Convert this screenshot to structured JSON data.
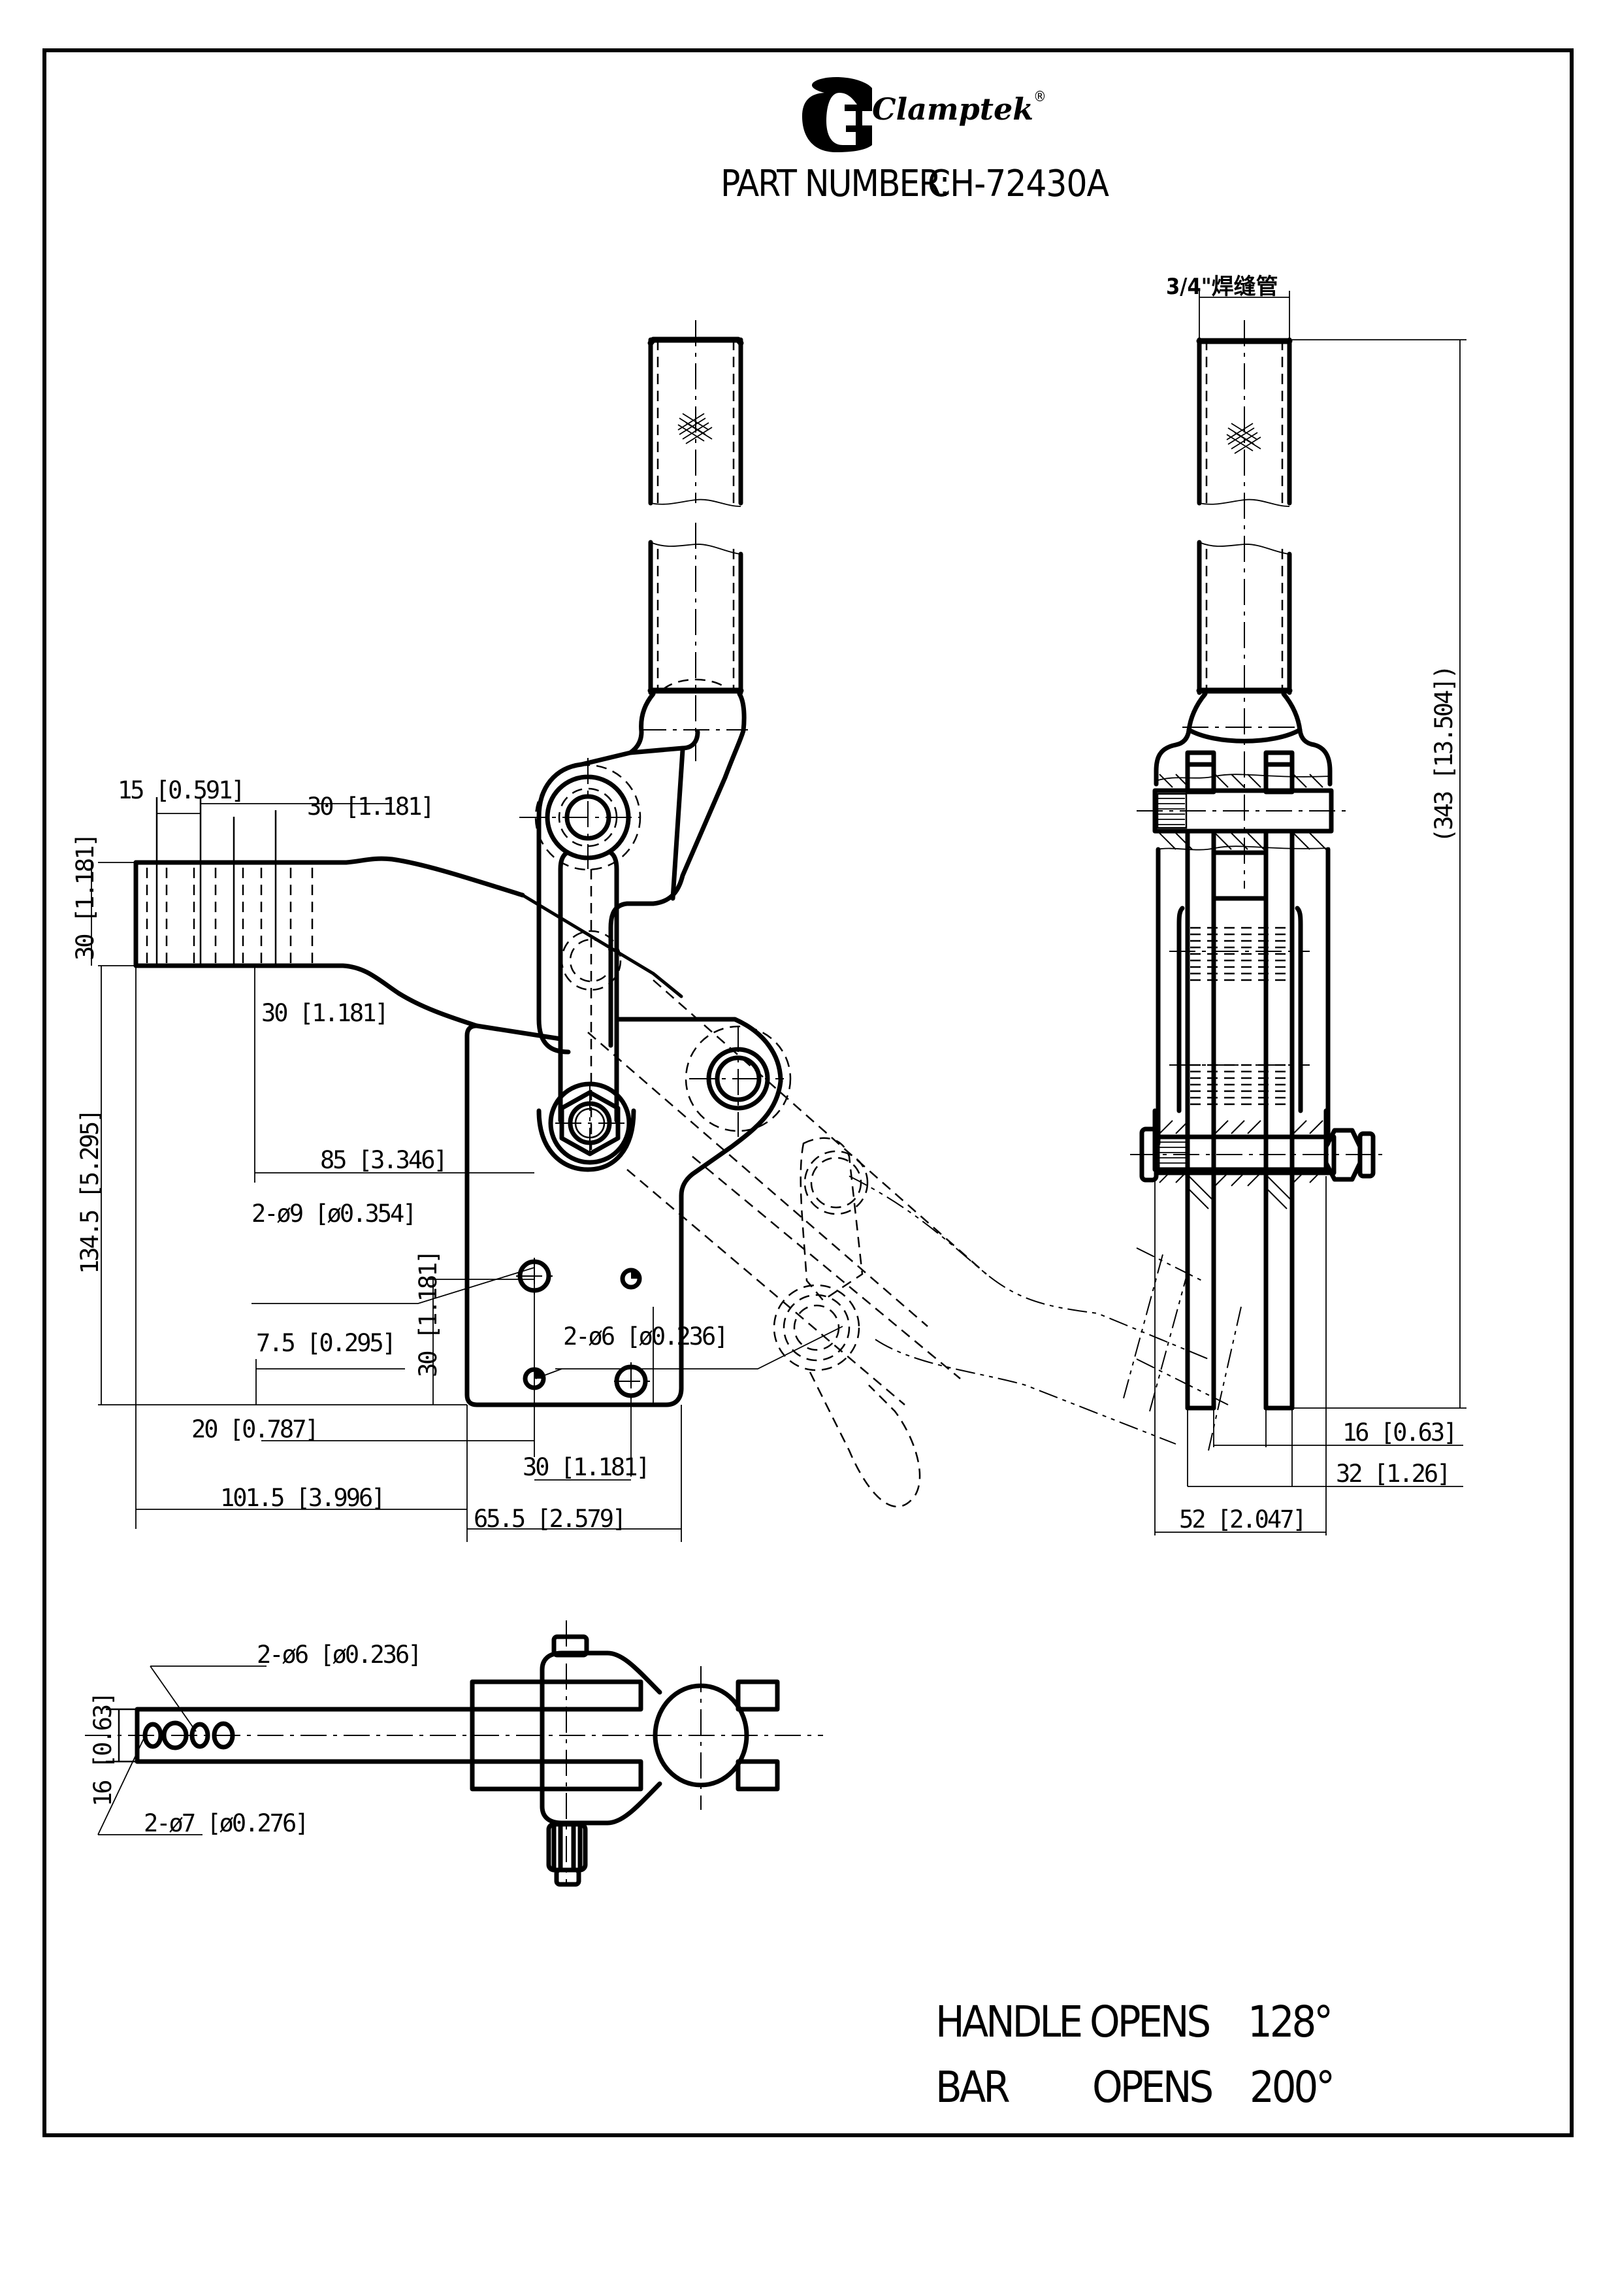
{
  "title_block": {
    "brand": "Clamptek",
    "logo_mark": "G",
    "registered": "®",
    "part_number_label": "PART NUMBER:",
    "part_number": "CH-72430A"
  },
  "side_view": {
    "dimensions": {
      "arm_hole_pitch_1": "15 [0.591]",
      "arm_hole_pitch_2": "30 [1.181]",
      "arm_height": "30 [1.181]",
      "arm_lower_pitch": "30 [1.181]",
      "arm_height_above_base": "134.5 [5.295]",
      "arm_to_hole": "85 [3.346]",
      "big_holes": "2-ø9 [ø0.354]",
      "big_hole_vertical_pitch": "30 [1.181]",
      "small_hole_offset": "7.5 [0.295]",
      "small_holes": "2-ø6 [ø0.236]",
      "base_hole_offset": "20 [0.787]",
      "base_hole_pitch": "30 [1.181]",
      "arm_reach": "101.5 [3.996]",
      "base_length": "65.5 [2.579]"
    }
  },
  "front_view": {
    "handle_tube_label": "3/4\"焊缝管",
    "dimensions": {
      "overall_height": "(343 [13.504])",
      "leg_gap": "16 [0.63]",
      "leg_span": "32 [1.26]",
      "overall_width": "52 [2.047]"
    }
  },
  "top_view": {
    "dimensions": {
      "bar_width": "16 [0.63]",
      "small_holes": "2-ø6 [ø0.236]",
      "medium_holes": "2-ø7 [ø0.276]"
    }
  },
  "notes": [
    {
      "part": "HANDLE",
      "action": "OPENS",
      "angle": "128°"
    },
    {
      "part": "BAR",
      "action": "OPENS",
      "angle": "200°"
    }
  ]
}
